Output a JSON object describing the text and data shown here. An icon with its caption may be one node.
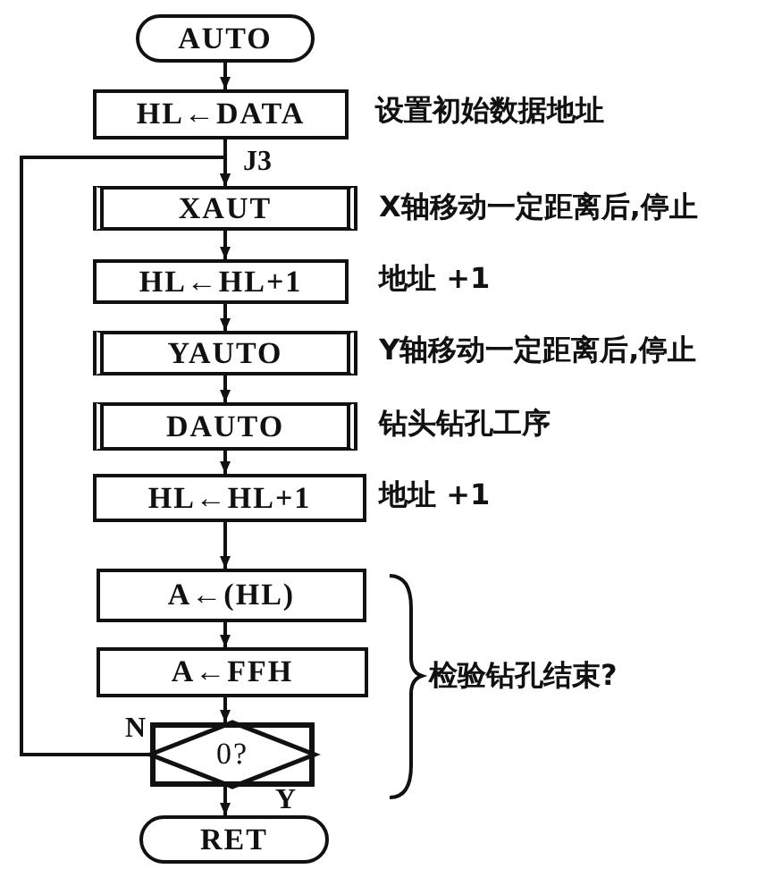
{
  "diagram": {
    "nodes": [
      {
        "text": [
          "AUTO"
        ]
      },
      {
        "text": [
          "HL←DATA"
        ],
        "beside": [
          "设置初始数据地址"
        ]
      },
      {
        "text": [
          "XAUT"
        ],
        "beside": [
          "X轴移动一定距离后,停止"
        ]
      },
      {
        "text": [
          "HL←HL+1"
        ],
        "beside": [
          "地址 +1"
        ]
      },
      {
        "text": [
          "YAUTO"
        ],
        "beside": [
          "Y轴移动一定距离后,停止"
        ]
      },
      {
        "text": [
          "DAUTO"
        ],
        "beside": [
          "钻头钻孔工序"
        ]
      },
      {
        "text": [
          "HL←HL+1"
        ],
        "beside": [
          "地址 +1"
        ]
      },
      {
        "text": [
          "A←(HL)"
        ]
      },
      {
        "text": [
          "A←FFH"
        ]
      },
      {
        "text": [
          "0?"
        ]
      },
      {
        "text": [
          "RET"
        ]
      }
    ],
    "edges": [
      {
        "from": 0,
        "to": 1,
        "arrow": "to"
      },
      {
        "from": 1,
        "to": 2,
        "arrow": "to"
      },
      {
        "from": 2,
        "to": 3,
        "arrow": "to"
      },
      {
        "from": 3,
        "to": 4,
        "arrow": "to"
      },
      {
        "from": 4,
        "to": 5,
        "arrow": "to"
      },
      {
        "from": 5,
        "to": 6,
        "arrow": "to"
      },
      {
        "from": 6,
        "to": 7,
        "arrow": "to"
      },
      {
        "from": 7,
        "to": 8,
        "arrow": "to"
      },
      {
        "from": 8,
        "to": 9,
        "arrow": "to"
      },
      {
        "from": 9,
        "to": 2,
        "arrow": "to",
        "label": "N"
      },
      {
        "from": 9,
        "to": 10,
        "arrow": "to",
        "label": "Y"
      }
    ],
    "labels": [
      "J3",
      "检验钻孔结束?"
    ]
  }
}
